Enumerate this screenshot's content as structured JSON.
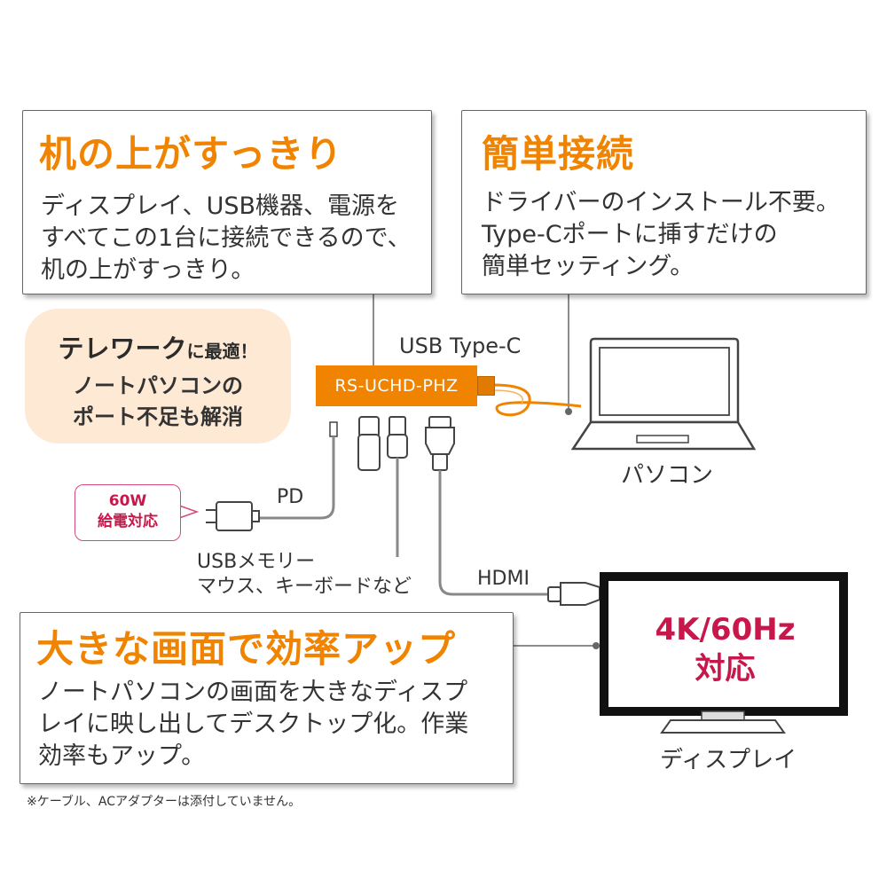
{
  "box_desk": {
    "title": "机の上がすっきり",
    "lines": [
      "ディスプレイ、USB機器、電源を",
      "すべてこの1台に接続できるので、",
      "机の上がすっきり。"
    ]
  },
  "box_connect": {
    "title": "簡単接続",
    "lines": [
      "ドライバーのインストール不要。",
      "Type-Cポートに挿すだけの",
      "簡単セッティング。"
    ]
  },
  "telework": {
    "heading_em": "テレワーク",
    "heading_rest": "に最適！",
    "lines": [
      "ノートパソコンの",
      "ポート不足も解消"
    ]
  },
  "hub": {
    "model": "RS-UCHD-PHZ"
  },
  "labels": {
    "usb_type_c": "USB Type-C",
    "pc": "パソコン",
    "pd": "PD",
    "usb_memory": [
      "USBメモリー",
      "マウス、キーボードなど"
    ],
    "hdmi": "HDMI",
    "display": "ディスプレイ"
  },
  "pd_badge": [
    "60W",
    "給電対応"
  ],
  "monitor_text": [
    "4K/60Hz",
    "対応"
  ],
  "box_efficiency": {
    "title": "大きな画面で効率アップ",
    "lines": [
      "ノートパソコンの画面を大きなディスプ",
      "レイに映し出してデスクトップ化。作業",
      "効率もアップ。"
    ]
  },
  "footnote": "※ケーブル、ACアダプターは添付していません。",
  "colors": {
    "accent_orange": "#f08300",
    "accent_magenta": "#c8174a",
    "telework_bg": "#fde9d4"
  }
}
